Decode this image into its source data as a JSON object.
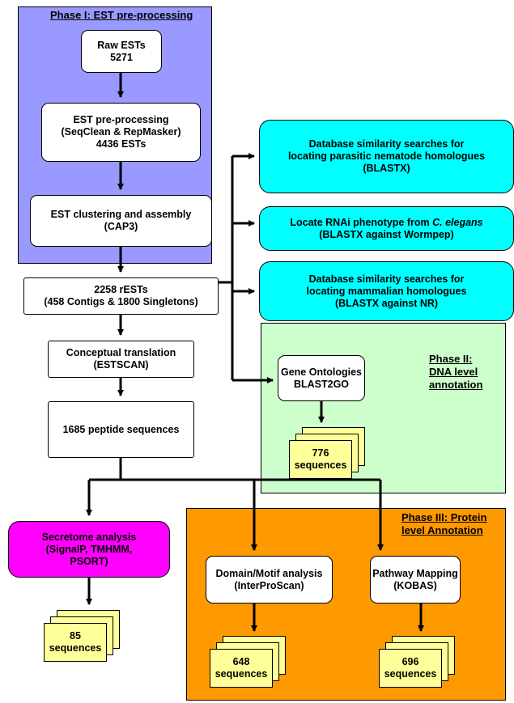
{
  "phase1": {
    "title": "Phase I: EST pre-processing"
  },
  "phase2": {
    "title_lines": [
      "Phase II:",
      "DNA level",
      "annotation"
    ]
  },
  "phase3": {
    "title_lines": [
      "Phase III: Protein",
      "level Annotation"
    ]
  },
  "nodes": {
    "raw_ests": [
      "Raw ESTs",
      "5271"
    ],
    "preprocessing": [
      "EST pre-processing",
      "(SeqClean & RepMasker)",
      "4436 ESTs"
    ],
    "clustering": [
      "EST clustering  and assembly",
      "(CAP3)"
    ],
    "rests": [
      "2258 rESTs",
      "(458 Contigs & 1800 Singletons)"
    ],
    "translation": [
      "Conceptual translation",
      "(ESTSCAN)"
    ],
    "peptides": [
      "1685 peptide sequences"
    ],
    "parasitic": [
      "Database similarity searches  for",
      "locating parasitic nematode homologues",
      "(BLASTX)"
    ],
    "rnai_line1_prefix": "Locate RNAi phenotype from ",
    "rnai_line1_species": "C. elegans",
    "rnai_line2": "(BLASTX against Wormpep)",
    "mammalian": [
      "Database similarity searches  for",
      "locating mammalian homologues",
      "(BLASTX against NR)"
    ],
    "gene_ontology": [
      "Gene Ontologies",
      "BLAST2GO"
    ],
    "secretome": [
      "Secretome analysis",
      "(SignalP, TMHMM,",
      "PSORT)"
    ],
    "domain": [
      "Domain/Motif analysis",
      "(InterProScan)"
    ],
    "pathway": [
      "Pathway Mapping",
      "(KOBAS)"
    ]
  },
  "outputs": {
    "go": [
      "776",
      "sequences"
    ],
    "secretome": [
      "85",
      "sequences"
    ],
    "domain": [
      "648",
      "sequences"
    ],
    "pathway": [
      "696",
      "sequences"
    ]
  },
  "colors": {
    "phase1_bg": "#9999ff",
    "phase2_bg": "#ccffcc",
    "phase3_bg": "#ff9900",
    "cyan_box": "#00ffff",
    "magenta_box": "#ff00ff",
    "sequence_sheet": "#ffff99"
  }
}
